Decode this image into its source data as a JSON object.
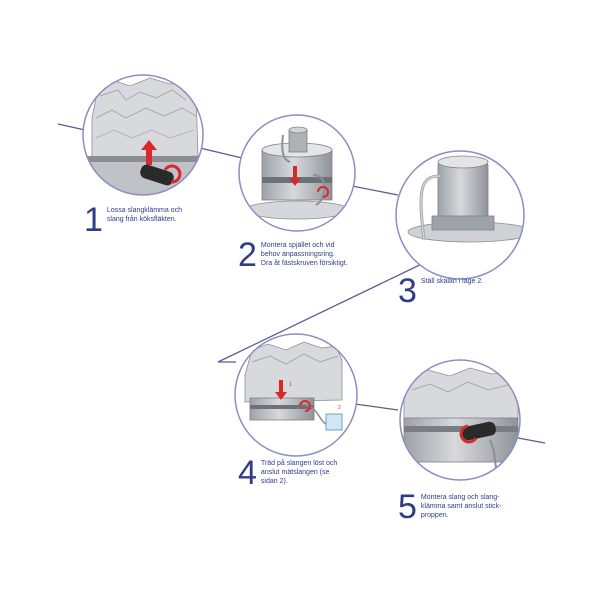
{
  "colors": {
    "line": "#5b5b95",
    "circle_stroke": "#8a8fc2",
    "text": "#2f3d86",
    "arrow": "#d9282c",
    "metal": "#b9bcc1",
    "handle": "#2a2a2a"
  },
  "steps": [
    {
      "number": "1",
      "text": "Lossa slangklämma och\nslang från köksfläkten."
    },
    {
      "number": "2",
      "text": "Montera spjället och vid\nbehov anpassningsring.\nDra åt fästskruven försiktigt."
    },
    {
      "number": "3",
      "text": "Ställ skalan i läge 2."
    },
    {
      "number": "4",
      "text": "Träd på slangen löst och\nanslut mätslangen (se\nsidan 2)."
    },
    {
      "number": "5",
      "text": "Montera slang och slang-\nklämma samt anslut stick-\nproppen."
    }
  ],
  "callouts": {
    "step4_arrow_1": "1",
    "step4_arrow_2": "2"
  }
}
